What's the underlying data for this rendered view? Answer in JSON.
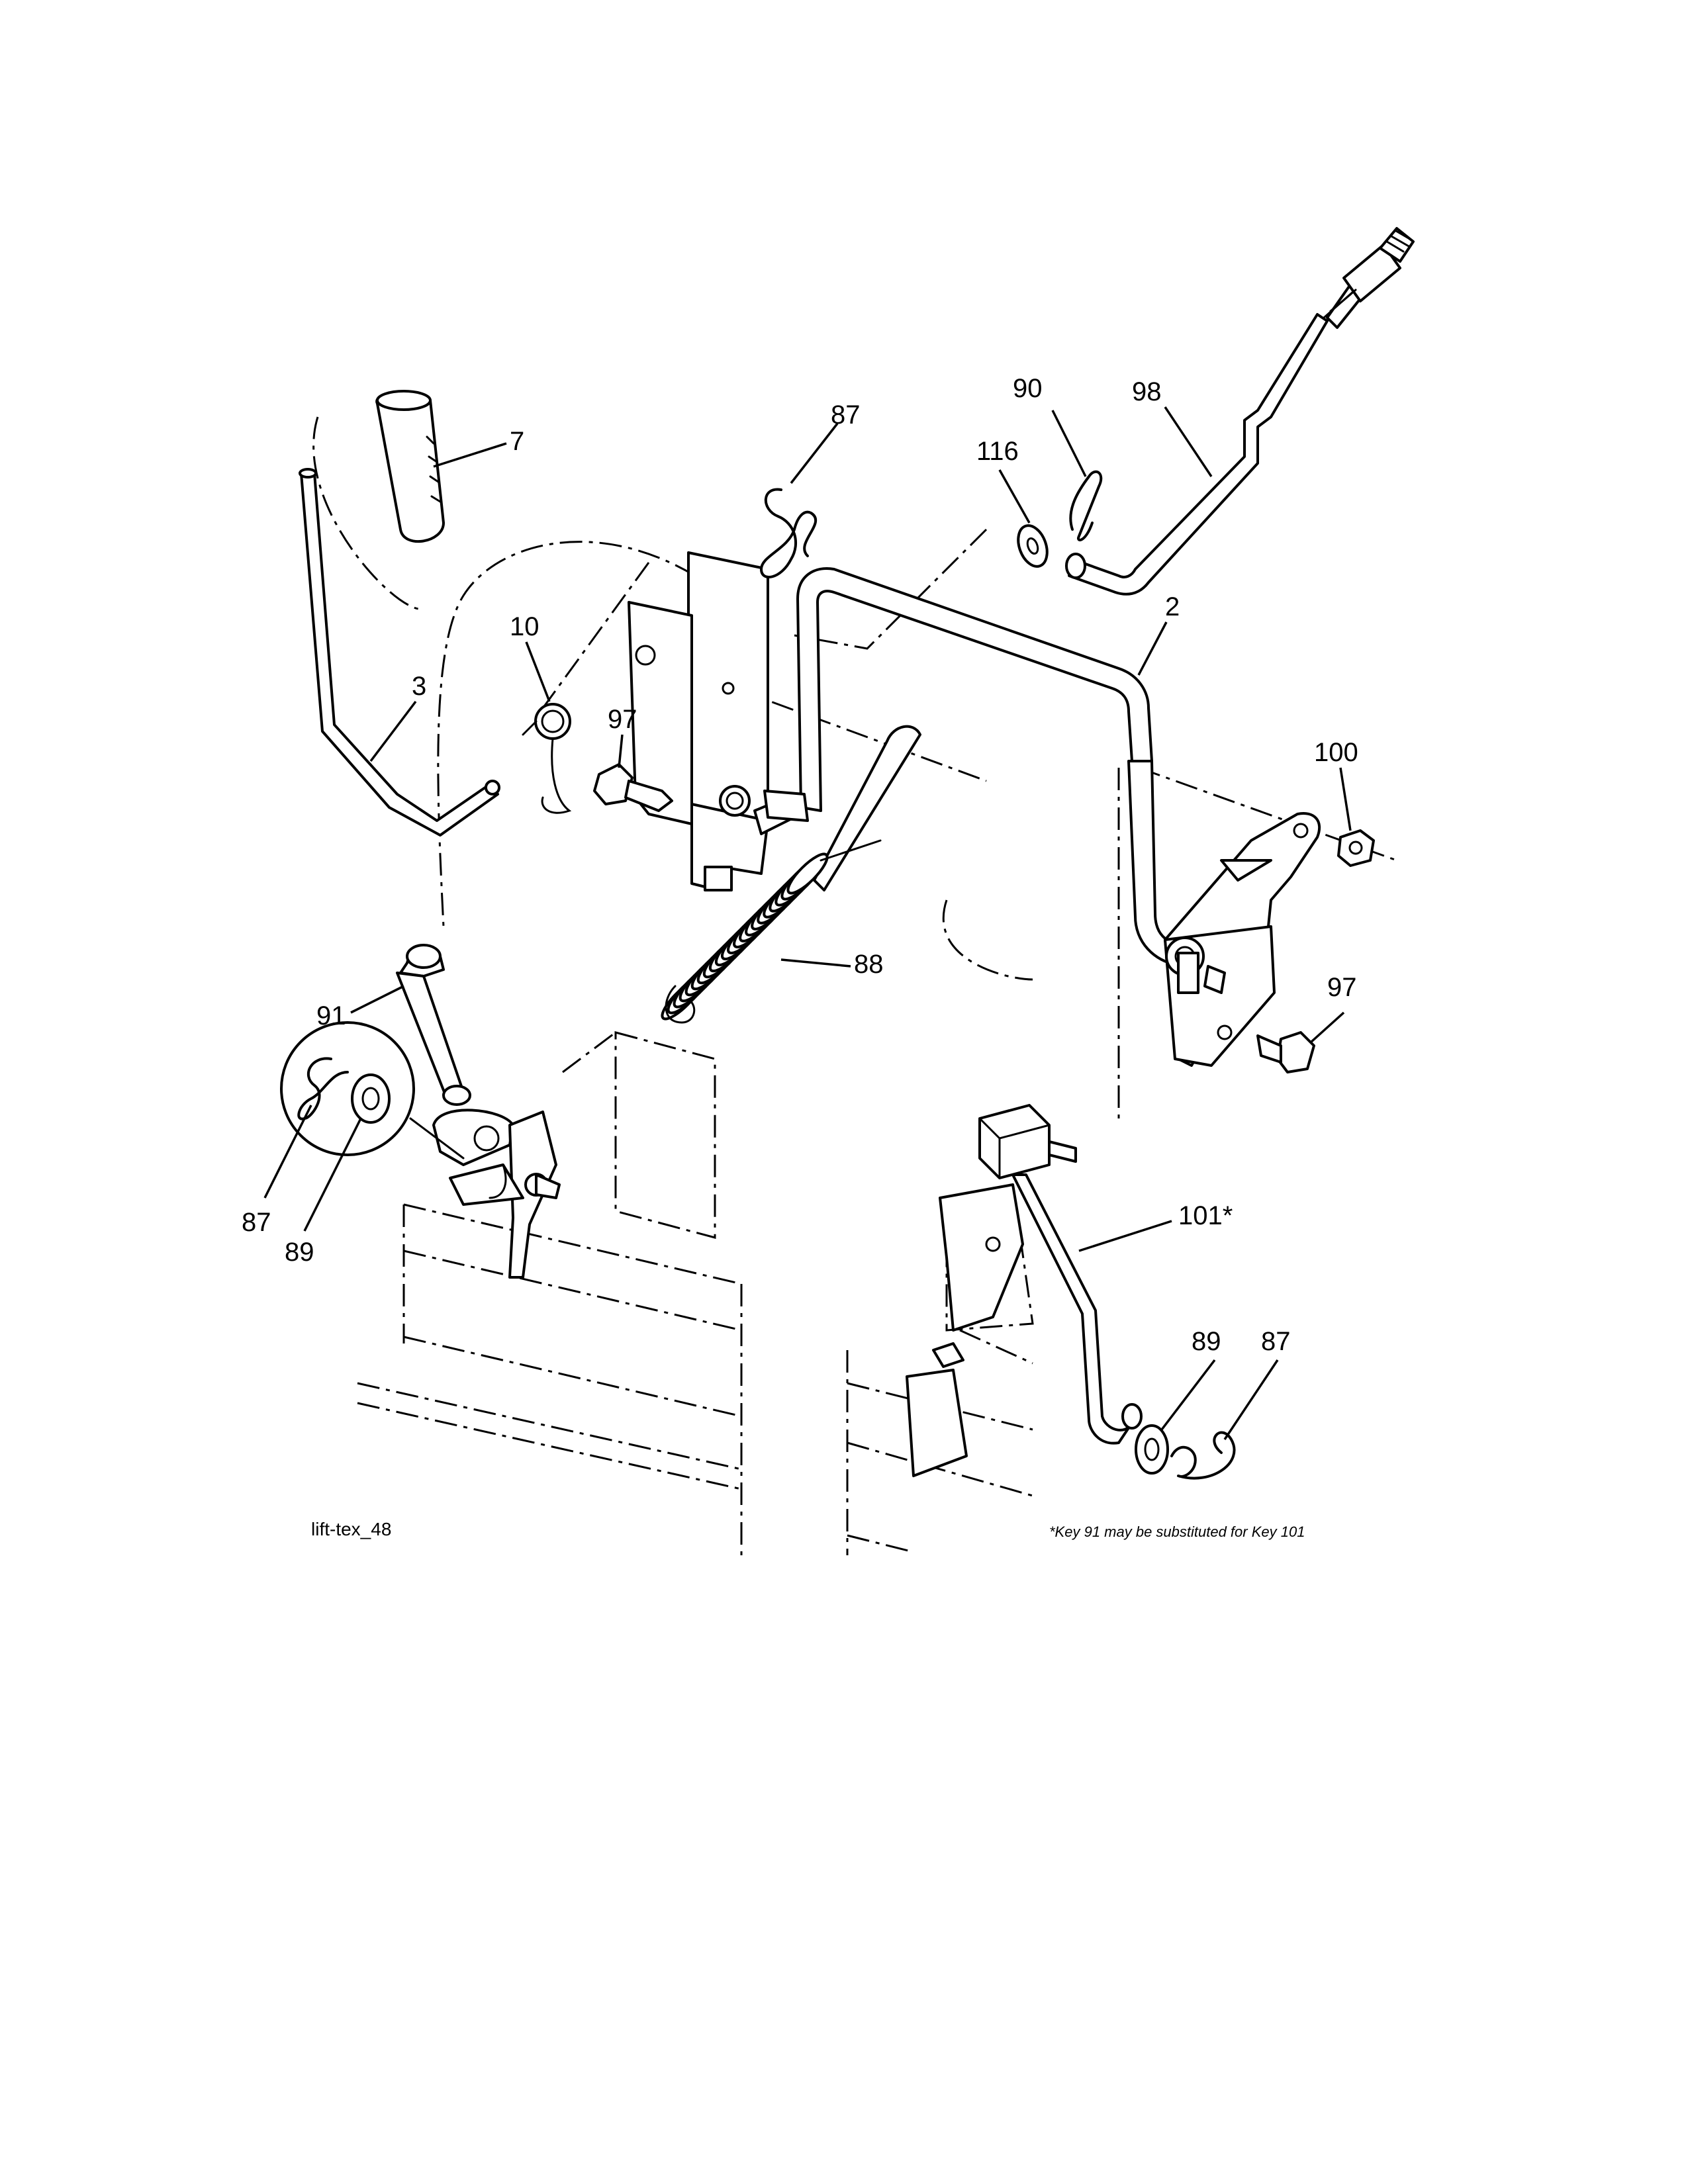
{
  "callouts": {
    "c7": "7",
    "c87_top": "87",
    "c90": "90",
    "c98": "98",
    "c116": "116",
    "c2": "2",
    "c10": "10",
    "c3": "3",
    "c97_left": "97",
    "c100": "100",
    "c97_right": "97",
    "c88": "88",
    "c91": "91",
    "c87_left": "87",
    "c89_left": "89",
    "c101": "101*",
    "c89_right": "89",
    "c87_right": "87"
  },
  "footer": {
    "code": "lift-tex_48",
    "note": "*Key 91 may be substituted for Key 101"
  }
}
